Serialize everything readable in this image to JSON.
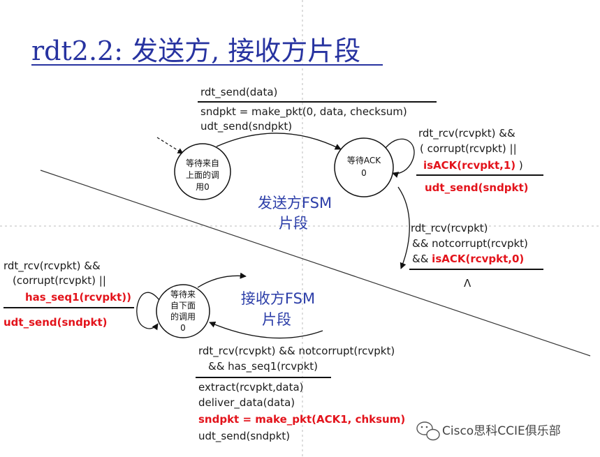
{
  "title": "rdt2.2: 发送方, 接收方片段",
  "states": {
    "wait_above": [
      "等待来自",
      "上面的调",
      "用0"
    ],
    "wait_ack": [
      "等待ACK",
      "0"
    ],
    "wait_below": [
      "等待来",
      "自下面",
      "的调用",
      "0"
    ]
  },
  "regions": {
    "sender": [
      "发送方FSM",
      "片段"
    ],
    "receiver": [
      "接收方FSM",
      "片段"
    ]
  },
  "transitions": {
    "send_event": "rdt_send(data)",
    "send_actions": [
      "sndpkt = make_pkt(0, data, checksum)",
      "udt_send(sndpkt)"
    ],
    "ack_loop_event": [
      "rdt_rcv(rcvpkt) &&",
      "( corrupt(rcvpkt) ||"
    ],
    "ack_loop_event_red": "isACK(rcvpkt,1)",
    "ack_loop_event_close": " )",
    "ack_loop_action": "udt_send(sndpkt)",
    "ack_ok_event": [
      "rdt_rcv(rcvpkt)",
      "&& notcorrupt(rcvpkt)"
    ],
    "ack_ok_event_prefix": "&& ",
    "ack_ok_event_red": "isACK(rcvpkt,0)",
    "ack_ok_action": "Λ",
    "recv_loop_event": [
      "rdt_rcv(rcvpkt) &&",
      "(corrupt(rcvpkt) ||"
    ],
    "recv_loop_event_red": "has_seq1(rcvpkt))",
    "recv_loop_action": "udt_send(sndpkt)",
    "recv_ok_event": [
      "rdt_rcv(rcvpkt) && notcorrupt(rcvpkt)",
      "&& has_seq1(rcvpkt)"
    ],
    "recv_ok_actions": [
      "extract(rcvpkt,data)",
      "deliver_data(data)"
    ],
    "recv_ok_action_red": "sndpkt = make_pkt(ACK1, chksum)",
    "recv_ok_action_last": "udt_send(sndpkt)"
  },
  "watermark": {
    "text": "Cisco思科CCIE俱乐部",
    "icon": "wechat-icon"
  },
  "colors": {
    "title": "#2733a0",
    "region_label": "#2c3ea8",
    "highlight": "#e3131b"
  }
}
